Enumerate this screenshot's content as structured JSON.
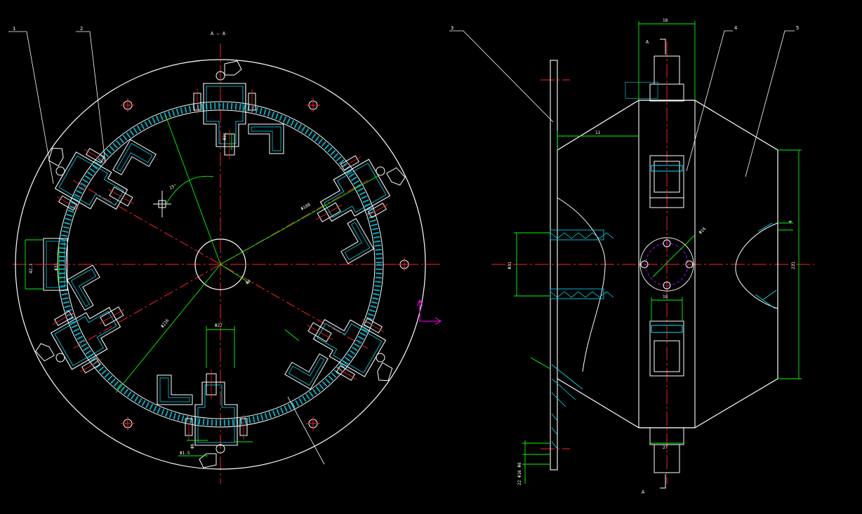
{
  "colors": {
    "background": "#000000",
    "outline": "#ffffff",
    "centerline": "#ff2020",
    "dimension": "#00ff00",
    "hatch": "#00e5ff",
    "hidden": "#b000ff",
    "ucs": "#ff00ff"
  },
  "section_label": "A — A",
  "view_markers": {
    "top": "A",
    "bottom": "A"
  },
  "leaders": [
    "1",
    "2",
    "3",
    "4",
    "5"
  ],
  "dimensions": {
    "left_height": "42.1",
    "left_inner": "Φ31",
    "upper_slot": "Φ31",
    "center_hole": "Φ4",
    "big_diameter": "Φ188",
    "pitch_diameter": "Φ216",
    "angle_label": "15°",
    "bottom_width": "Φ27",
    "bottom_small": "Φ6",
    "bottom_left": "Φ1.5",
    "side_width_top": "18",
    "side_offset": "11",
    "side_circle": "Φ16",
    "side_block": "18",
    "side_bottom": "27",
    "side_left_dim": "Φ31",
    "side_right_dim": "231",
    "side_right_small": "4",
    "side_footer": "22 Φ16 Φ8"
  }
}
